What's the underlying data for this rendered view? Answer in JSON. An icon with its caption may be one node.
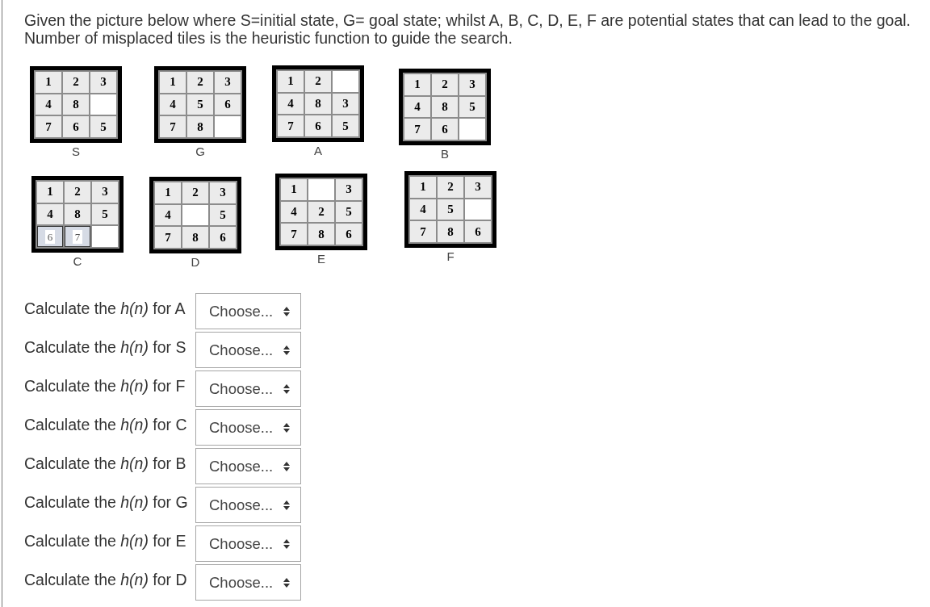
{
  "diagram": {
    "title": "Given the picture below where S=initial state, G= goal state; whilst A, B, C, D, E, F are potential states that can lead to the goal. Number of misplaced tiles is the heuristic function to guide the search.",
    "nodes": [
      {
        "text": [],
        "shape": "box",
        "beside": [
          "S"
        ]
      },
      {
        "text": [
          "1"
        ],
        "in": 0
      },
      {
        "text": [
          "2"
        ],
        "in": 0
      },
      {
        "text": [
          "3"
        ],
        "in": 0
      },
      {
        "text": [
          "4"
        ],
        "in": 0
      },
      {
        "text": [
          "8"
        ],
        "in": 0
      },
      {
        "text": [],
        "shape": "box",
        "in": 0
      },
      {
        "text": [
          "7"
        ],
        "in": 0
      },
      {
        "text": [
          "6"
        ],
        "in": 0
      },
      {
        "text": [
          "5"
        ],
        "in": 0
      },
      {
        "text": [],
        "shape": "box",
        "beside": [
          "G"
        ]
      },
      {
        "text": [
          "1"
        ],
        "in": 10
      },
      {
        "text": [
          "2"
        ],
        "in": 10
      },
      {
        "text": [
          "3"
        ],
        "in": 10
      },
      {
        "text": [
          "4"
        ],
        "in": 10
      },
      {
        "text": [
          "5"
        ],
        "in": 10
      },
      {
        "text": [
          "6"
        ],
        "in": 10
      },
      {
        "text": [
          "7"
        ],
        "in": 10
      },
      {
        "text": [
          "8"
        ],
        "in": 10
      },
      {
        "text": [],
        "shape": "box",
        "in": 10
      },
      {
        "text": [],
        "shape": "box",
        "beside": [
          "A"
        ]
      },
      {
        "text": [
          "1"
        ],
        "in": 20
      },
      {
        "text": [
          "2"
        ],
        "in": 20
      },
      {
        "text": [],
        "shape": "box",
        "in": 20
      },
      {
        "text": [
          "4"
        ],
        "in": 20
      },
      {
        "text": [
          "8"
        ],
        "in": 20
      },
      {
        "text": [
          "3"
        ],
        "in": 20
      },
      {
        "text": [
          "7"
        ],
        "in": 20
      },
      {
        "text": [
          "6"
        ],
        "in": 20
      },
      {
        "text": [
          "5"
        ],
        "in": 20
      },
      {
        "text": [],
        "shape": "box",
        "beside": [
          "B"
        ]
      },
      {
        "text": [
          "1"
        ],
        "in": 30
      },
      {
        "text": [
          "2"
        ],
        "in": 30
      },
      {
        "text": [
          "3"
        ],
        "in": 30
      },
      {
        "text": [
          "4"
        ],
        "in": 30
      },
      {
        "text": [
          "8"
        ],
        "in": 30
      },
      {
        "text": [
          "5"
        ],
        "in": 30
      },
      {
        "text": [
          "7"
        ],
        "in": 30
      },
      {
        "text": [
          "6"
        ],
        "in": 30
      },
      {
        "text": [],
        "shape": "box",
        "in": 30
      },
      {
        "text": [],
        "shape": "box",
        "beside": [
          "C"
        ]
      },
      {
        "text": [
          "1"
        ],
        "in": 40
      },
      {
        "text": [
          "2"
        ],
        "in": 40
      },
      {
        "text": [
          "3"
        ],
        "in": 40
      },
      {
        "text": [
          "4"
        ],
        "in": 40
      },
      {
        "text": [
          "8"
        ],
        "in": 40
      },
      {
        "text": [
          "5"
        ],
        "in": 40
      },
      {
        "text": [
          "6"
        ],
        "in": 40
      },
      {
        "text": [
          "7"
        ],
        "in": 40
      },
      {
        "text": [],
        "shape": "box",
        "in": 40
      },
      {
        "text": [],
        "shape": "box",
        "beside": [
          "D"
        ]
      },
      {
        "text": [
          "1"
        ],
        "in": 50
      },
      {
        "text": [
          "2"
        ],
        "in": 50
      },
      {
        "text": [
          "3"
        ],
        "in": 50
      },
      {
        "text": [
          "4"
        ],
        "in": 50
      },
      {
        "text": [],
        "shape": "box",
        "in": 50
      },
      {
        "text": [
          "5"
        ],
        "in": 50
      },
      {
        "text": [
          "7"
        ],
        "in": 50
      },
      {
        "text": [
          "8"
        ],
        "in": 50
      },
      {
        "text": [
          "6"
        ],
        "in": 50
      },
      {
        "text": [],
        "shape": "box",
        "beside": [
          "E"
        ]
      },
      {
        "text": [
          "1"
        ],
        "in": 60
      },
      {
        "text": [],
        "shape": "box",
        "in": 60
      },
      {
        "text": [
          "3"
        ],
        "in": 60
      },
      {
        "text": [
          "4"
        ],
        "in": 60
      },
      {
        "text": [
          "2"
        ],
        "in": 60
      },
      {
        "text": [
          "5"
        ],
        "in": 60
      },
      {
        "text": [
          "7"
        ],
        "in": 60
      },
      {
        "text": [
          "8"
        ],
        "in": 60
      },
      {
        "text": [
          "6"
        ],
        "in": 60
      },
      {
        "text": [],
        "shape": "box",
        "beside": [
          "F"
        ]
      },
      {
        "text": [
          "1"
        ],
        "in": 70
      },
      {
        "text": [
          "2"
        ],
        "in": 70
      },
      {
        "text": [
          "3"
        ],
        "in": 70
      },
      {
        "text": [
          "4"
        ],
        "in": 70
      },
      {
        "text": [
          "5"
        ],
        "in": 70
      },
      {
        "text": [],
        "shape": "box",
        "in": 70
      },
      {
        "text": [
          "7"
        ],
        "in": 70
      },
      {
        "text": [
          "8"
        ],
        "in": 70
      },
      {
        "text": [
          "6"
        ],
        "in": 70
      }
    ],
    "labels": [
      "Calculate the *h(n)* for A",
      "Choose...",
      "Calculate the *h(n)* for S",
      "Choose...",
      "Calculate the *h(n)* for F",
      "Choose...",
      "Calculate the *h(n)* for C",
      "Choose...",
      "Calculate the *h(n)* for B",
      "Choose...",
      "Calculate the *h(n)* for G",
      "Choose...",
      "Calculate the *h(n)* for E",
      "Choose...",
      "Calculate the *h(n)* for D",
      "Choose..."
    ]
  }
}
